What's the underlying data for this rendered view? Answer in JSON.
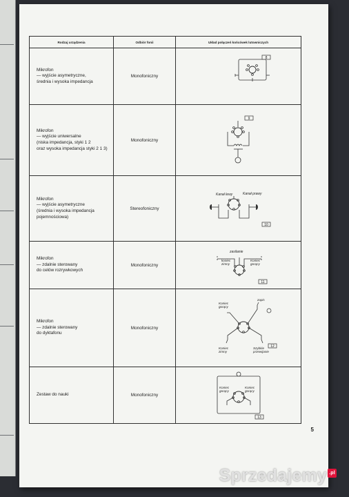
{
  "table": {
    "headers": [
      "Rodzaj urządzenia",
      "Odbiór fonii",
      "Układ połączeń końcówek lutowniczych"
    ],
    "rows": [
      {
        "device": "Mikrofon\n— wyjście asymetryczne,\nśrednia i wysoka impedancja",
        "channel": "Monofoniczny",
        "diagram": {
          "tag": "8"
        }
      },
      {
        "device": "Mikrofon\n— wyjście uniwersalne\n(niska impedancja, styki 1 2\noraz wysoka impedancja styki 2 1 3)",
        "channel": "Monofoniczny",
        "diagram": {
          "tag": "9"
        }
      },
      {
        "device": "Mikrofon\n— wyjście asymetryczne\n(średnia i wysoka impedancja\npojemnościowa)",
        "channel": "Stereofoniczny",
        "diagram": {
          "tag": "10",
          "left_label": "Kanał lewy",
          "right_label": "Kanał prawy"
        }
      },
      {
        "device": "Mikrofon\n— zdalnie sterowany\ndo celów rozrywkowych",
        "channel": "Monofoniczny",
        "diagram": {
          "tag": "11",
          "top_label": "zasilanie",
          "left_label": "koniec\nzimny",
          "right_label": "Koniec\ngorący"
        }
      },
      {
        "device": "Mikrofon\n— zdalnie sterowany\ndo dyktafonu",
        "channel": "Monofoniczny",
        "diagram": {
          "tag": "12",
          "tl_label": "Koniec\ngorący",
          "tr_label": "zapis",
          "bl_label": "Koniec\nzimny",
          "br_label": "Szybkie\nprzewijanie"
        }
      },
      {
        "device": "Zestaw do nauki",
        "channel": "Monofoniczny",
        "diagram": {
          "tag": "13",
          "l_label": "Koniec\ngorący",
          "r_label": "Koniec\ngorący"
        }
      }
    ]
  },
  "page_number": "5",
  "watermark": {
    "text": "Sprzedajemy",
    "suffix": ".pl",
    "badge_color": "#e0133a"
  }
}
